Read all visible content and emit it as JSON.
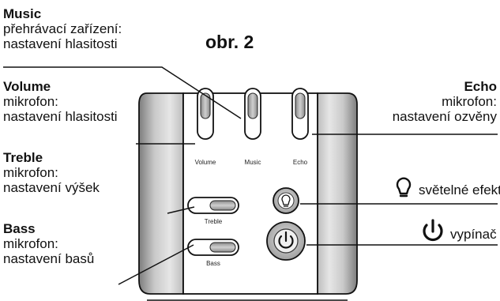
{
  "figure_label": "obr. 2",
  "callouts": {
    "music": {
      "title": "Music",
      "lines": [
        "přehrávací zařízení:",
        "nastavení hlasitosti"
      ]
    },
    "volume": {
      "title": "Volume",
      "lines": [
        "mikrofon:",
        "nastavení hlasitosti"
      ]
    },
    "treble": {
      "title": "Treble",
      "lines": [
        "mikrofon:",
        "nastavení výšek"
      ]
    },
    "bass": {
      "title": "Bass",
      "lines": [
        "mikrofon:",
        "nastavení basů"
      ]
    },
    "echo": {
      "title": "Echo",
      "lines": [
        "mikrofon:",
        "nastavení ozvěny"
      ]
    },
    "lights": {
      "text": "světelné efekty",
      "icon": "lightbulb-icon"
    },
    "power": {
      "text": "vypínač",
      "icon": "power-icon"
    }
  },
  "device": {
    "slider_labels": [
      "Volume",
      "Music",
      "Echo"
    ],
    "horizontal_labels": [
      "Treble",
      "Bass"
    ]
  }
}
